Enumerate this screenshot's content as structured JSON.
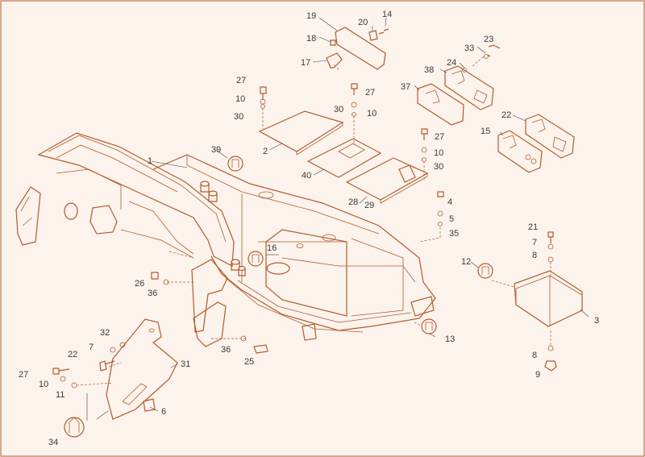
{
  "diagram": {
    "callouts": [
      {
        "id": "c1",
        "text": "1"
      },
      {
        "id": "c2",
        "text": "2"
      },
      {
        "id": "c3",
        "text": "3"
      },
      {
        "id": "c4",
        "text": "4"
      },
      {
        "id": "c5",
        "text": "5"
      },
      {
        "id": "c6",
        "text": "6"
      },
      {
        "id": "c7a",
        "text": "7"
      },
      {
        "id": "c7b",
        "text": "7"
      },
      {
        "id": "c8a",
        "text": "8"
      },
      {
        "id": "c8b",
        "text": "8"
      },
      {
        "id": "c9",
        "text": "9"
      },
      {
        "id": "c10a",
        "text": "10"
      },
      {
        "id": "c10b",
        "text": "10"
      },
      {
        "id": "c10c",
        "text": "10"
      },
      {
        "id": "c10d",
        "text": "10"
      },
      {
        "id": "c11",
        "text": "11"
      },
      {
        "id": "c12",
        "text": "12"
      },
      {
        "id": "c13",
        "text": "13"
      },
      {
        "id": "c14",
        "text": "14"
      },
      {
        "id": "c15",
        "text": "15"
      },
      {
        "id": "c16",
        "text": "16"
      },
      {
        "id": "c17",
        "text": "17"
      },
      {
        "id": "c18",
        "text": "18"
      },
      {
        "id": "c19",
        "text": "19"
      },
      {
        "id": "c20",
        "text": "20"
      },
      {
        "id": "c21",
        "text": "21"
      },
      {
        "id": "c22a",
        "text": "22"
      },
      {
        "id": "c22b",
        "text": "22"
      },
      {
        "id": "c23",
        "text": "23"
      },
      {
        "id": "c24",
        "text": "24"
      },
      {
        "id": "c25",
        "text": "25"
      },
      {
        "id": "c26",
        "text": "26"
      },
      {
        "id": "c27a",
        "text": "27"
      },
      {
        "id": "c27b",
        "text": "27"
      },
      {
        "id": "c27c",
        "text": "27"
      },
      {
        "id": "c27d",
        "text": "27"
      },
      {
        "id": "c28",
        "text": "28"
      },
      {
        "id": "c29",
        "text": "29"
      },
      {
        "id": "c30a",
        "text": "30"
      },
      {
        "id": "c30b",
        "text": "30"
      },
      {
        "id": "c30c",
        "text": "30"
      },
      {
        "id": "c31",
        "text": "31"
      },
      {
        "id": "c32",
        "text": "32"
      },
      {
        "id": "c33",
        "text": "33"
      },
      {
        "id": "c34",
        "text": "34"
      },
      {
        "id": "c35",
        "text": "35"
      },
      {
        "id": "c36a",
        "text": "36"
      },
      {
        "id": "c36b",
        "text": "36"
      },
      {
        "id": "c37",
        "text": "37"
      },
      {
        "id": "c38",
        "text": "38"
      },
      {
        "id": "c39",
        "text": "39"
      },
      {
        "id": "c40",
        "text": "40"
      }
    ],
    "colors": {
      "line": "#b55a2e",
      "background": "#fbf3ec",
      "text": "#3a3a3a"
    },
    "icons": [
      "sealant-symbol-icon",
      "grease-symbol-icon"
    ]
  }
}
